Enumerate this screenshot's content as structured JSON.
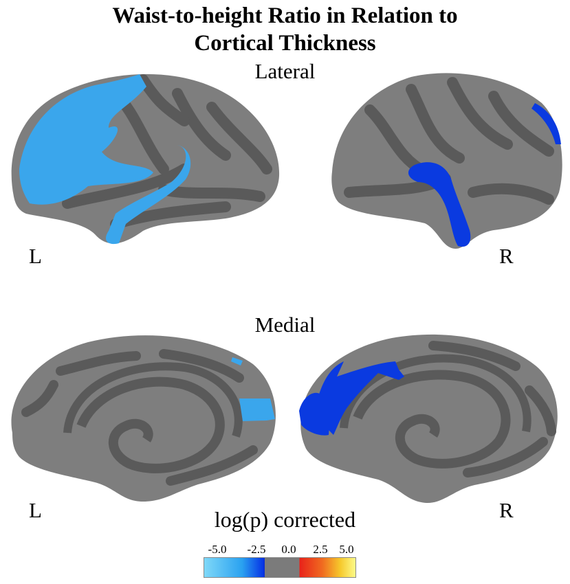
{
  "title": {
    "line1": "Waist-to-height Ratio in Relation to",
    "line2": "Cortical Thickness"
  },
  "views": {
    "lateral_label": "Lateral",
    "medial_label": "Medial",
    "left_label": "L",
    "right_label": "R"
  },
  "legend": {
    "title": "log(p) corrected",
    "ticks": [
      "-5.0",
      "-2.5",
      "0.0",
      "2.5",
      "5.0"
    ]
  },
  "colors": {
    "brain_dark": "#5e5e5e",
    "brain_light": "#8a8a8a",
    "light_blue": "#3aa6ec",
    "dark_blue": "#0a3ae0"
  }
}
